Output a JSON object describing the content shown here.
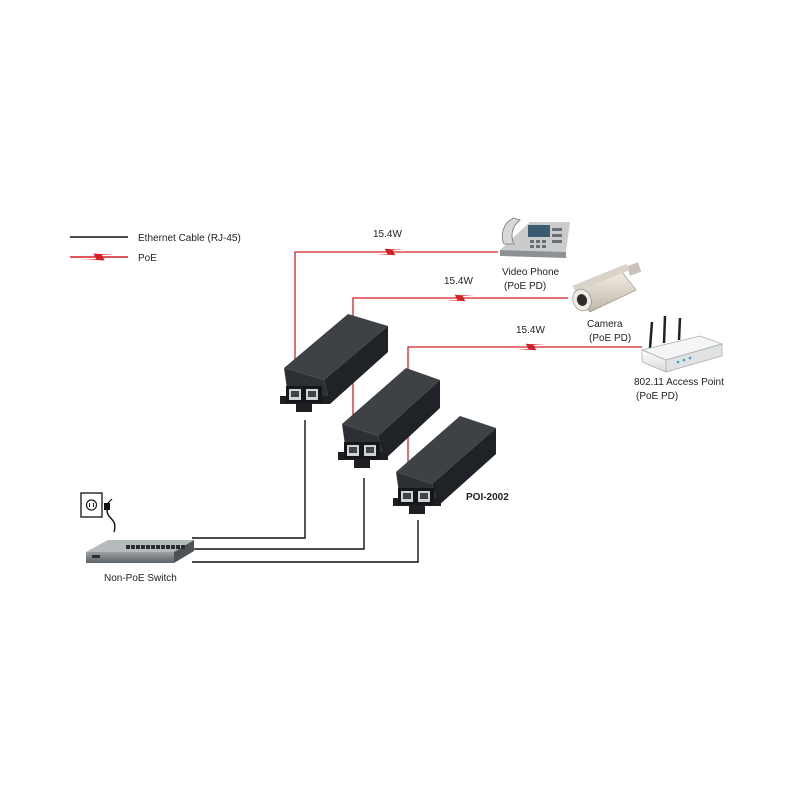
{
  "legend": {
    "ethernet": "Ethernet Cable (RJ-45)",
    "poe": "PoE"
  },
  "colors": {
    "ethernet_line": "#111111",
    "poe_line": "#d42027",
    "injector_body": "#2a2d31",
    "background": "#ffffff"
  },
  "injector_label": "POI-2002",
  "switch_label": "Non-PoE Switch",
  "links": [
    {
      "power": "15.4W",
      "device": "video-phone"
    },
    {
      "power": "15.4W",
      "device": "camera"
    },
    {
      "power": "15.4W",
      "device": "access-point"
    }
  ],
  "devices": {
    "phone": {
      "line1": "Video Phone",
      "line2": "(PoE PD)"
    },
    "camera": {
      "line1": "Camera",
      "line2": "(PoE PD)"
    },
    "ap": {
      "line1": "802.11 Access Point",
      "line2": "(PoE PD)"
    }
  },
  "icons": [
    "power-outlet-icon",
    "plug-icon",
    "switch-icon",
    "poe-injector-icon",
    "video-phone-icon",
    "camera-icon",
    "access-point-icon"
  ]
}
